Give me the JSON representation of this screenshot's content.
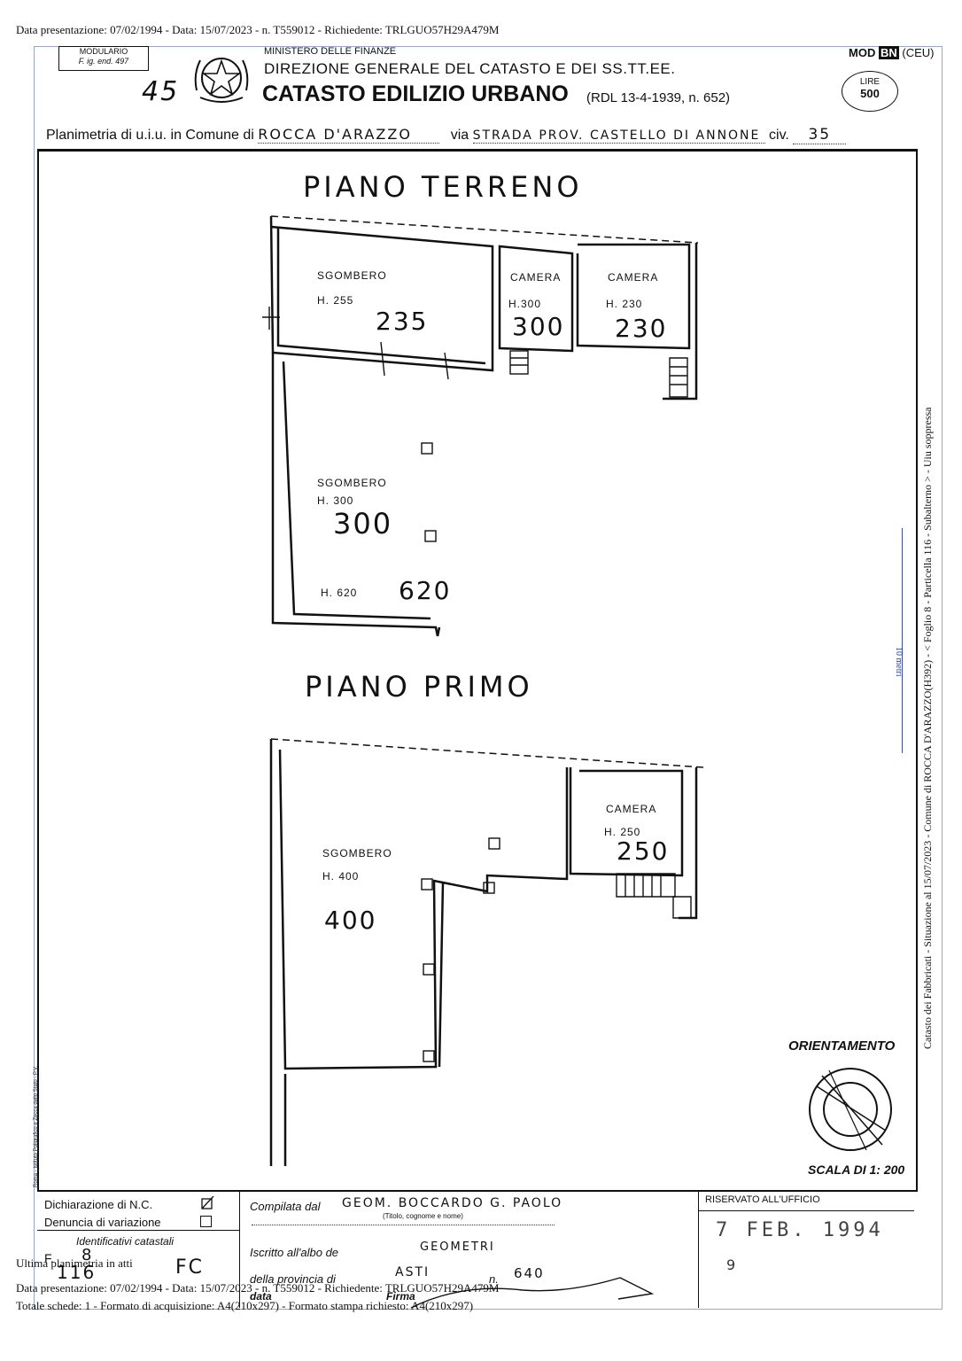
{
  "header_stamp": "Data presentazione: 07/02/1994 - Data: 15/07/2023 - n. T559012 - Richiedente: TRLGUO57H29A479M",
  "modulario": {
    "line1": "MODULARIO",
    "line2": "F. ig. end. 497"
  },
  "handwritten_number": "45",
  "ministry": "MINISTERO DELLE FINANZE",
  "direction": "DIREZIONE GENERALE DEL CATASTO E DEI SS.TT.EE.",
  "title": "CATASTO EDILIZIO URBANO",
  "rdl": "(RDL 13-4-1939, n. 652)",
  "mod": {
    "prefix": "MOD",
    "code": "BN",
    "suffix": "(CEU)"
  },
  "price": {
    "currency": "LIRE",
    "amount": "500"
  },
  "planimetria": {
    "prefix": "Planimetria di u.i.u. in Comune di",
    "comune": "ROCCA D'ARAZZO",
    "via_label": "via",
    "via": "STRADA PROV. CASTELLO DI ANNONE",
    "civ_label": "civ.",
    "civ": "35"
  },
  "floors": {
    "terreno": "PIANO TERRENO",
    "primo": "PIANO PRIMO"
  },
  "rooms": {
    "t_sgombero1": {
      "name": "SGOMBERO",
      "h": "H. 255",
      "num": "235"
    },
    "t_camera1": {
      "name": "CAMERA",
      "h": "H.300",
      "num": "300"
    },
    "t_camera2": {
      "name": "CAMERA",
      "h": "H. 230",
      "num": "230"
    },
    "t_sgombero2": {
      "name": "SGOMBERO",
      "h": "H. 300",
      "num": "300",
      "h2": "H. 620",
      "num2": "620"
    },
    "p_sgombero": {
      "name": "SGOMBERO",
      "h": "H. 400",
      "num": "400"
    },
    "p_camera": {
      "name": "CAMERA",
      "h": "H. 250",
      "num": "250"
    }
  },
  "orientamento": "ORIENTAMENTO",
  "scala": "SCALA DI 1: 200",
  "side_stamp": "Catasto dei Fabbricati - Situazione al 15/07/2023 - Comune di ROCCA D'ARAZZO(H392) - < Foglio 8 - Particella 116 - Subalterno > - Uiu soppressa",
  "scale_bar": "10 metri",
  "side_stamp2": "Roma - Istituto Poligrafico e Zecca dello Stato - P.V.",
  "form": {
    "dichiarazione": "Dichiarazione di N.C.",
    "denuncia": "Denuncia di variazione",
    "identificativi": "Identificativi catastali",
    "foglio_label": "F.",
    "foglio": "8",
    "particella": "116",
    "sub": "FC",
    "compilata_label": "Compilata dal",
    "compilata_value": "GEOM. BOCCARDO G. PAOLO",
    "titolo_note": "(Titolo, cognome e nome)",
    "iscritto_label": "Iscritto all'albo de",
    "iscritto_value": "GEOMETRI",
    "provincia_label": "della provincia di",
    "provincia_value": "ASTI",
    "n_label": "n.",
    "n_value": "640",
    "data_label": "data",
    "firma_label": "Firma",
    "riservato": "RISERVATO ALL'UFFICIO",
    "riservato_stamp": "7 FEB. 1994",
    "riservato_note": "9"
  },
  "footer": {
    "ultima": "Ultima planimetria in atti",
    "stamp": "Data presentazione: 07/02/1994 - Data: 15/07/2023 - n. T559012 - Richiedente: TRLGUO57H29A479M",
    "totale": "Totale schede: 1 - Formato di acquisizione: A4(210x297) - Formato stampa richiesto: A4(210x297)"
  }
}
